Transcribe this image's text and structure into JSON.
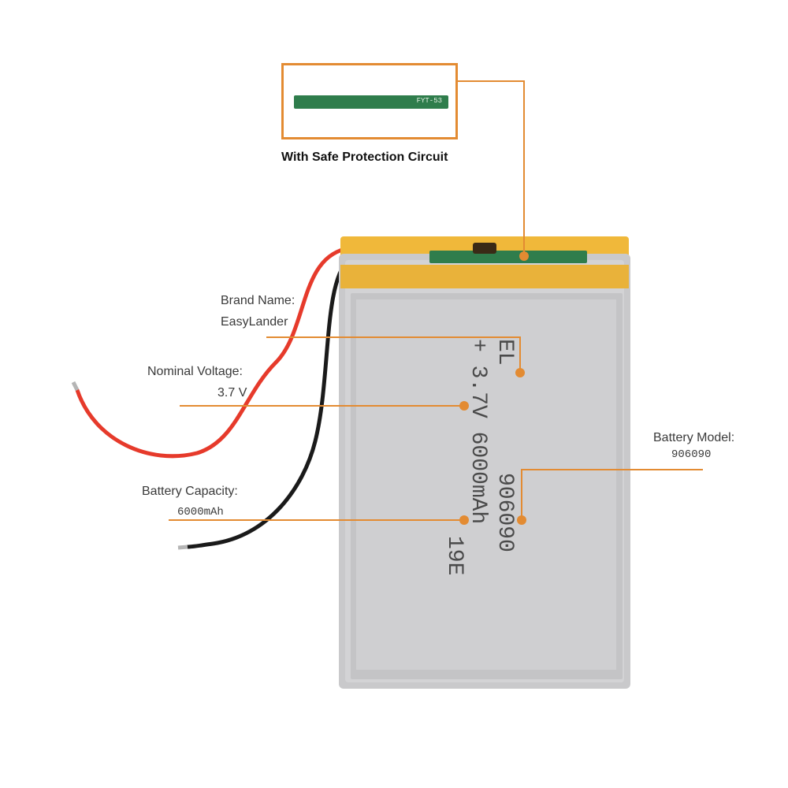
{
  "protection": {
    "caption": "With Safe Protection Circuit",
    "pcb_marking": "FYT-53"
  },
  "callouts": {
    "brand": {
      "label": "Brand Name:",
      "value": "EasyLander"
    },
    "voltage": {
      "label": "Nominal Voltage:",
      "value": "3.7 V"
    },
    "capacity": {
      "label": "Battery  Capacity:",
      "value": "6000mAh"
    },
    "model": {
      "label": "Battery Model:",
      "value": "906090"
    }
  },
  "battery_print": {
    "line1": "+ 3.7V 6000mAh",
    "line2": "906090",
    "line3": "19E",
    "brand_mark": "EL"
  },
  "colors": {
    "accent": "#e38b32",
    "battery_body": "#c9c9cb",
    "tape": "#f0b83a",
    "red_wire": "#e63a2b",
    "black_wire": "#1a1a1a"
  }
}
